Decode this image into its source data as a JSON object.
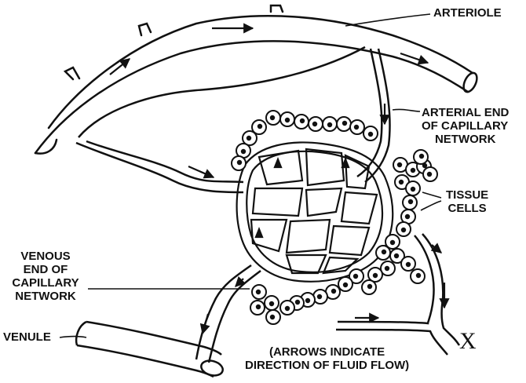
{
  "colors": {
    "ink": "#111111",
    "paper": "#ffffff"
  },
  "labels": {
    "arteriole": "ARTERIOLE",
    "arterial_end": [
      "ARTERIAL END",
      "OF CAPILLARY",
      "NETWORK"
    ],
    "tissue_cells": [
      "TISSUE",
      "CELLS"
    ],
    "venous_end": [
      "VENOUS",
      "END OF",
      "CAPILLARY",
      "NETWORK"
    ],
    "venule": "VENULE",
    "note": [
      "(ARROWS INDICATE",
      "DIRECTION OF FLUID FLOW)"
    ],
    "lymph_marker": "X"
  },
  "icons": {
    "flow_arrow": "flow-arrow-icon",
    "tissue_cell": "tissue-cell-icon",
    "valve_marker": "valve-marker-icon"
  }
}
